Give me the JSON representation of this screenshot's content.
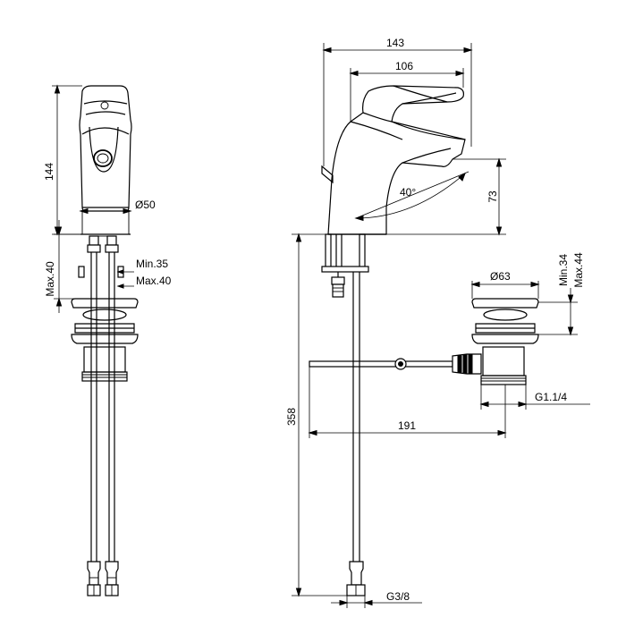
{
  "drawing": {
    "dimensions": {
      "front_height": "144",
      "front_diameter": "Ø50",
      "min_35": "Min.35",
      "max_40_right": "Max.40",
      "max_40_left": "Max.40",
      "width_143": "143",
      "width_106": "106",
      "angle_40": "40°",
      "height_73": "73",
      "pop_diameter": "Ø63",
      "min_34": "Min.34",
      "max_44": "Max.44",
      "thread_g114": "G1.1/4",
      "length_191": "191",
      "height_358": "358",
      "thread_g38": "G3/8"
    }
  }
}
